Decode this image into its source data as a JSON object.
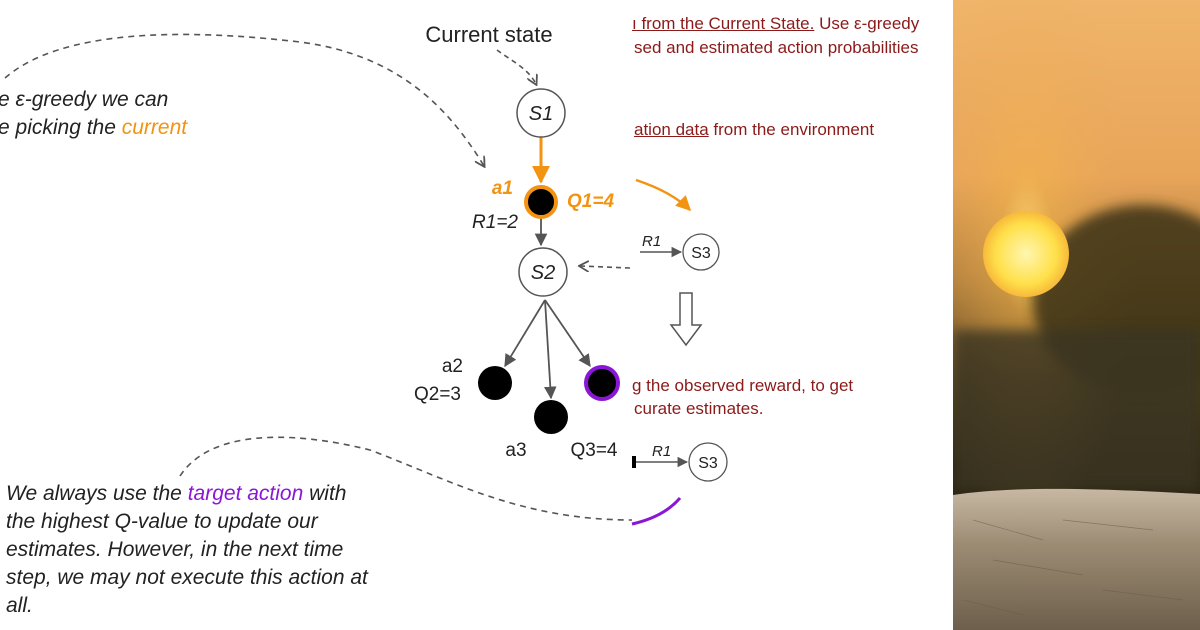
{
  "diagram": {
    "current_state_label": "Current state",
    "nodes": {
      "s1": "S1",
      "s2": "S2",
      "s3_top": "S3",
      "s3_bottom": "S3"
    },
    "labels": {
      "a1": "a1",
      "q1": "Q1=4",
      "r1": "R1=2",
      "a2": "a2",
      "q2": "Q2=3",
      "a3": "a3",
      "q3": "Q3=4",
      "r1_top": "R1",
      "r1_bottom": "R1"
    },
    "left_note": {
      "line1": "e ε-greedy we can",
      "line2_prefix": "e picking the ",
      "line2_highlight": "current"
    },
    "bottom_note": {
      "line1_prefix": "We always use the ",
      "line1_highlight": "target action",
      "line1_suffix": " with",
      "line2": "the highest Q-value to update our",
      "line3": "estimates. However, in the next time",
      "line4": "step, we may not execute this action at",
      "line5": "all."
    },
    "right_text": {
      "line1_link": "ı from the Current State.",
      "line1_rest": " Use ε-greedy",
      "line2": "sed and estimated action probabilities",
      "line3_link": "ation data",
      "line3_rest": " from the environment",
      "line4": "g the observed reward, to get",
      "line5": "curate estimates."
    }
  },
  "colors": {
    "orange": "#f29312",
    "purple": "#8a17d6",
    "dark_red": "#8b1a1a",
    "text": "#222222",
    "arrow": "#555555"
  }
}
